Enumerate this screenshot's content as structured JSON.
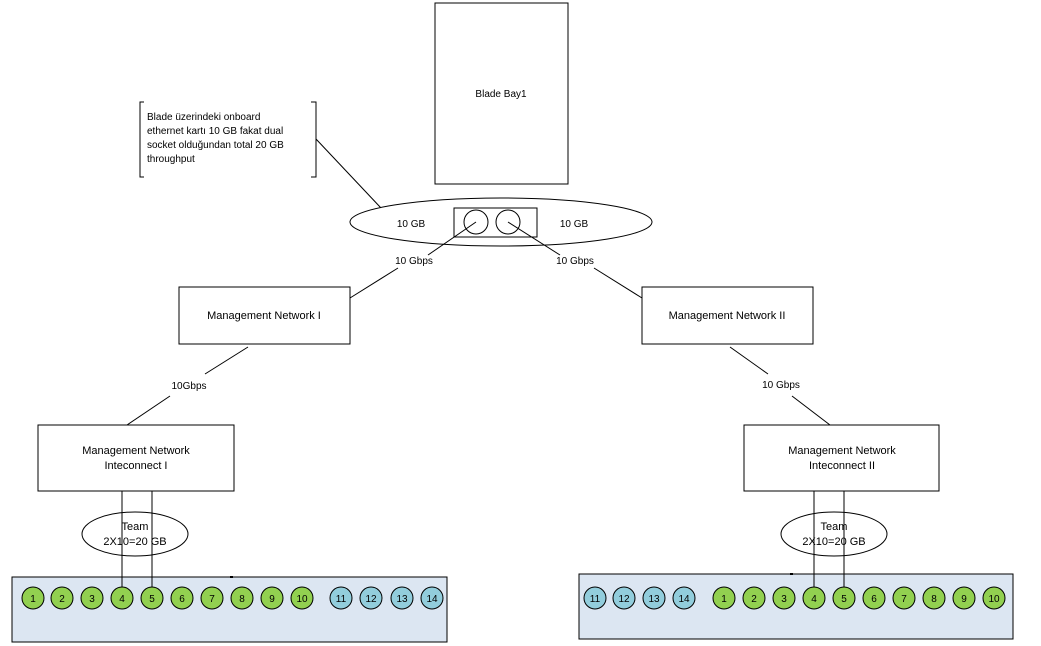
{
  "blade_bay": {
    "label": "Blade Bay1"
  },
  "note": {
    "lines": [
      "Blade üzerindeki onboard",
      "ethernet kartı 10 GB fakat dual",
      "socket olduğundan total 20 GB",
      "throughput"
    ]
  },
  "nic": {
    "left_label": "10 GB",
    "right_label": "10 GB"
  },
  "links": {
    "nic_to_mgmt1": "10 Gbps",
    "nic_to_mgmt2": "10 Gbps",
    "mgmt1_to_ic1": "10Gbps",
    "mgmt2_to_ic2": "10 Gbps"
  },
  "mgmt1": {
    "label": "Management Network I"
  },
  "mgmt2": {
    "label": "Management Network II"
  },
  "ic1": {
    "line1": "Management Network",
    "line2": "Inteconnect I"
  },
  "ic2": {
    "line1": "Management Network",
    "line2": "Inteconnect II"
  },
  "team1": {
    "line1": "Team",
    "line2": "2X10=20 GB"
  },
  "team2": {
    "line1": "Team",
    "line2": "2X10=20 GB"
  },
  "enclosure1": {
    "ports": [
      {
        "label": "1",
        "color": "#92d050"
      },
      {
        "label": "2",
        "color": "#92d050"
      },
      {
        "label": "3",
        "color": "#92d050"
      },
      {
        "label": "4",
        "color": "#92d050"
      },
      {
        "label": "5",
        "color": "#92d050"
      },
      {
        "label": "6",
        "color": "#92d050"
      },
      {
        "label": "7",
        "color": "#92d050"
      },
      {
        "label": "8",
        "color": "#92d050"
      },
      {
        "label": "9",
        "color": "#92d050"
      },
      {
        "label": "10",
        "color": "#92d050"
      },
      {
        "label": "11",
        "color": "#92cddc"
      },
      {
        "label": "12",
        "color": "#92cddc"
      },
      {
        "label": "13",
        "color": "#92cddc"
      },
      {
        "label": "14",
        "color": "#92cddc"
      }
    ]
  },
  "enclosure2": {
    "ports": [
      {
        "label": "11",
        "color": "#92cddc"
      },
      {
        "label": "12",
        "color": "#92cddc"
      },
      {
        "label": "13",
        "color": "#92cddc"
      },
      {
        "label": "14",
        "color": "#92cddc"
      },
      {
        "label": "1",
        "color": "#92d050"
      },
      {
        "label": "2",
        "color": "#92d050"
      },
      {
        "label": "3",
        "color": "#92d050"
      },
      {
        "label": "4",
        "color": "#92d050"
      },
      {
        "label": "5",
        "color": "#92d050"
      },
      {
        "label": "6",
        "color": "#92d050"
      },
      {
        "label": "7",
        "color": "#92d050"
      },
      {
        "label": "8",
        "color": "#92d050"
      },
      {
        "label": "9",
        "color": "#92d050"
      },
      {
        "label": "10",
        "color": "#92d050"
      }
    ]
  },
  "colors": {
    "enclosure_fill": "#dce6f2",
    "port_green": "#92d050",
    "port_blue": "#92cddc",
    "stroke": "#000000"
  }
}
